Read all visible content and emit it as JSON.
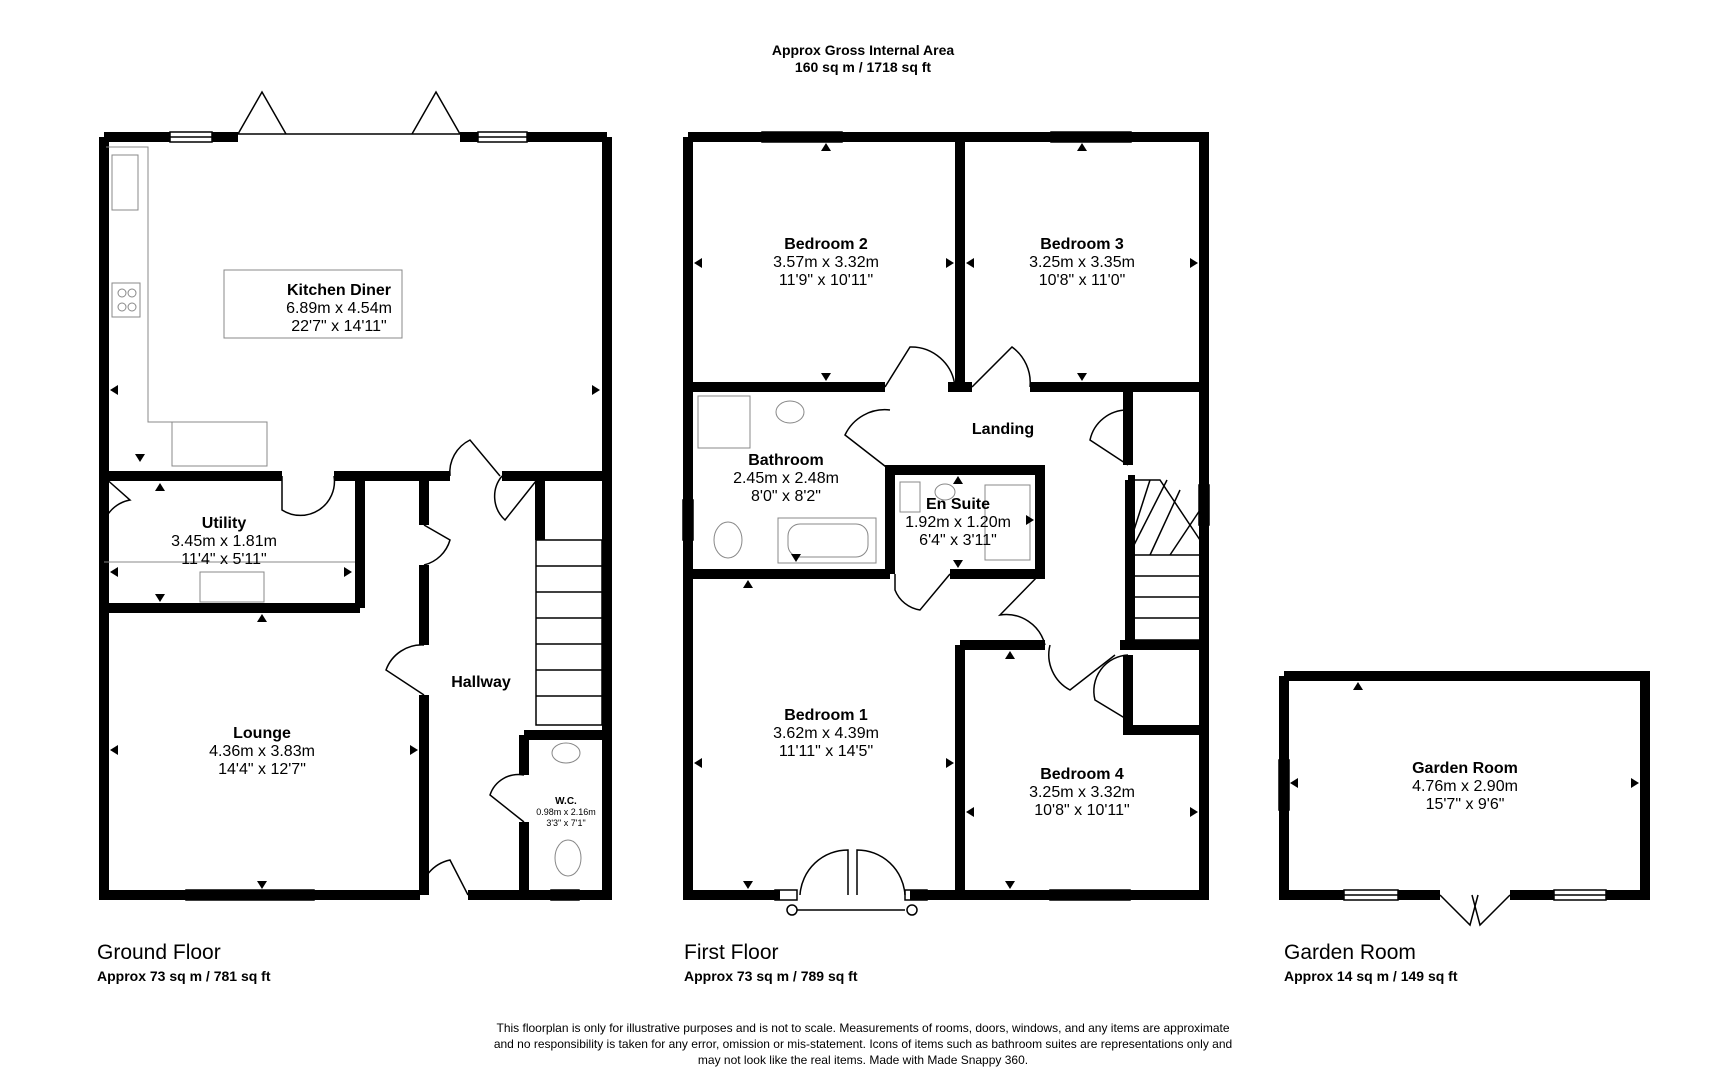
{
  "header": {
    "line1": "Approx Gross Internal Area",
    "line2": "160 sq m / 1718 sq ft"
  },
  "floors": [
    {
      "title": "Ground Floor",
      "area": "Approx 73 sq m / 781 sq ft"
    },
    {
      "title": "First Floor",
      "area": "Approx 73 sq m / 789 sq ft"
    },
    {
      "title": "Garden Room",
      "area": "Approx 14 sq m / 149 sq ft"
    }
  ],
  "rooms": {
    "kitchen": {
      "name": "Kitchen Diner",
      "metric": "6.89m x 4.54m",
      "imperial": "22'7\" x 14'11\""
    },
    "utility": {
      "name": "Utility",
      "metric": "3.45m x 1.81m",
      "imperial": "11'4\" x 5'11\""
    },
    "lounge": {
      "name": "Lounge",
      "metric": "4.36m x 3.83m",
      "imperial": "14'4\" x 12'7\""
    },
    "hallway": {
      "name": "Hallway"
    },
    "wc": {
      "name": "W.C.",
      "metric": "0.98m x 2.16m",
      "imperial": "3'3\" x 7'1\""
    },
    "bedroom2": {
      "name": "Bedroom 2",
      "metric": "3.57m x 3.32m",
      "imperial": "11'9\" x 10'11\""
    },
    "bedroom3": {
      "name": "Bedroom 3",
      "metric": "3.25m x 3.35m",
      "imperial": "10'8\" x 11'0\""
    },
    "landing": {
      "name": "Landing"
    },
    "bathroom": {
      "name": "Bathroom",
      "metric": "2.45m x 2.48m",
      "imperial": "8'0\" x 8'2\""
    },
    "ensuite": {
      "name": "En Suite",
      "metric": "1.92m x 1.20m",
      "imperial": "6'4\" x 3'11\""
    },
    "bedroom1": {
      "name": "Bedroom 1",
      "metric": "3.62m x 4.39m",
      "imperial": "11'11\" x 14'5\""
    },
    "bedroom4": {
      "name": "Bedroom 4",
      "metric": "3.25m x 3.32m",
      "imperial": "10'8\" x 10'11\""
    },
    "gardenroom": {
      "name": "Garden Room",
      "metric": "4.76m x 2.90m",
      "imperial": "15'7\" x 9'6\""
    }
  },
  "disclaimer": {
    "line1": "This floorplan is only for illustrative purposes and is not to scale. Measurements of rooms, doors, windows, and any items are approximate",
    "line2": "and no responsibility is taken for any error, omission or mis-statement. Icons of items such as bathroom suites are representations only and",
    "line3": "may not look like the real items. Made with Made Snappy 360."
  }
}
